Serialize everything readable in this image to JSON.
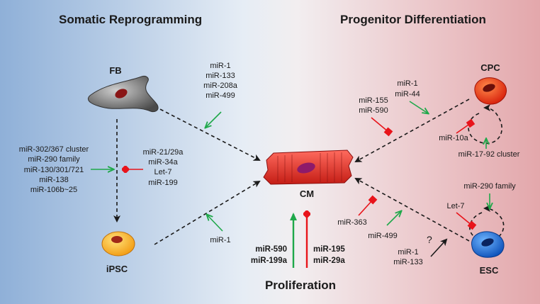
{
  "headings": {
    "left": "Somatic Reprogramming",
    "right": "Progenitor Differentiation"
  },
  "cells": {
    "fb": "FB",
    "ipsc": "iPSC",
    "cm": "CM",
    "cpc": "CPC",
    "esc": "ESC"
  },
  "mirnas": {
    "fb_to_cm": [
      "miR-1",
      "miR-133",
      "miR-208a",
      "miR-499"
    ],
    "reprogramming_promote": [
      "miR-302/367 cluster",
      "miR-290 family",
      "miR-130/301/721",
      "miR-138",
      "miR-106b~25"
    ],
    "reprogramming_inhibit": [
      "miR-21/29a",
      "miR-34a",
      "Let-7",
      "miR-199"
    ],
    "ipsc_to_cm": "miR-1",
    "proliferation_promote": [
      "miR-590",
      "miR-199a"
    ],
    "proliferation_inhibit": [
      "miR-195",
      "miR-29a"
    ],
    "proliferation_label": "Proliferation",
    "cpc_to_cm": [
      "miR-1",
      "miR-44"
    ],
    "cpc_inhibit": [
      "miR-155",
      "miR-590"
    ],
    "cpc_self_inhibit": "miR-10a",
    "cpc_self_promote": "miR-17-92 cluster",
    "esc_self_promote": "miR-290 family",
    "esc_self_inhibit": "Let-7",
    "esc_inhibit": "miR-363",
    "esc_promote": "miR-499",
    "esc_unknown": [
      "miR-1",
      "miR-133"
    ],
    "question": "?"
  },
  "colors": {
    "promote": "#1fa84a",
    "inhibit": "#e8141b",
    "dashed": "#1a1a1a"
  }
}
